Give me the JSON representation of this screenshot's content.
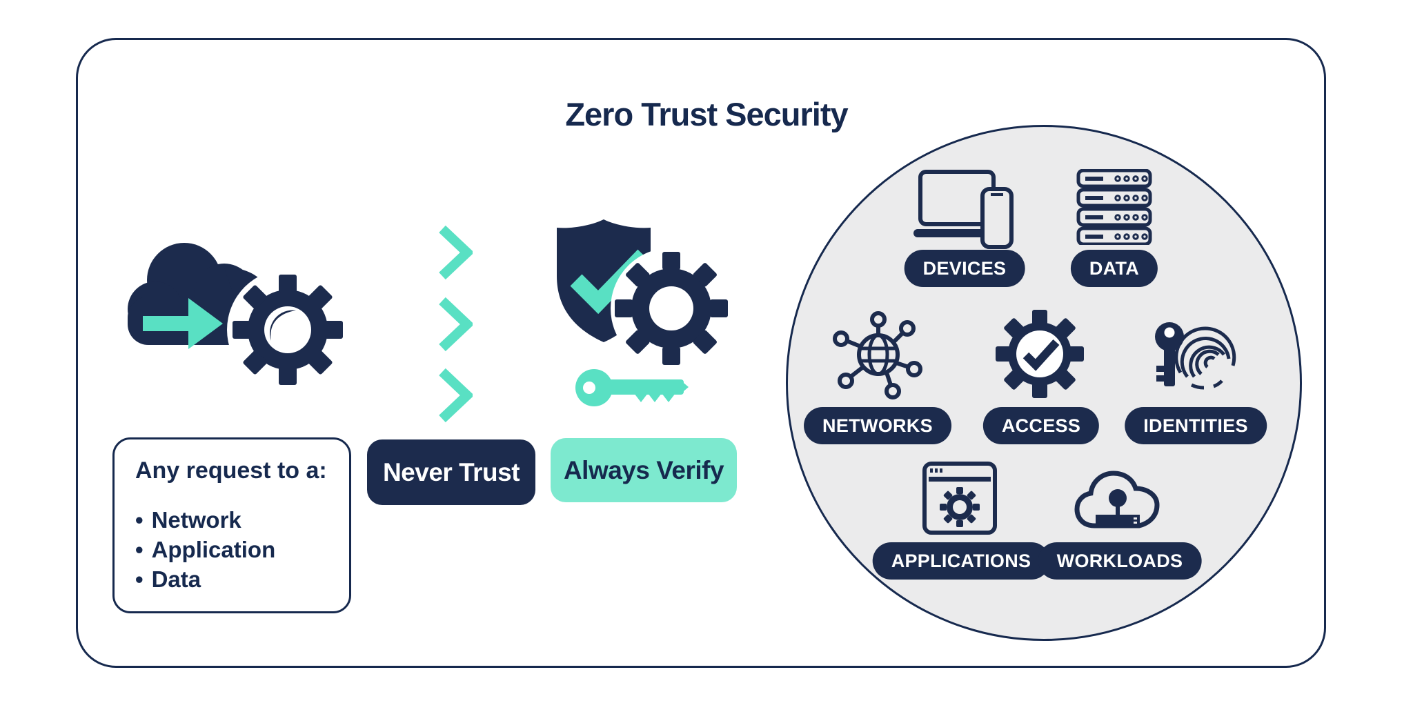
{
  "title": "Zero Trust Security",
  "colors": {
    "navy": "#1C2B4D",
    "navy_deep": "#16294E",
    "teal": "#59E0C3",
    "teal_light": "#7DE9CF",
    "circle_bg": "#EBEBEC"
  },
  "request_box": {
    "heading": "Any request to a:",
    "bullet": "•",
    "items": [
      "Network",
      "Application",
      "Data"
    ]
  },
  "flow": {
    "never_trust_label": "Never Trust",
    "always_verify_label": "Always Verify",
    "left_icon": "cloud-request-icon",
    "chevron_count": 3,
    "verify_icons": [
      "shield-check-icon",
      "gear-icon",
      "key-icon"
    ]
  },
  "circle_items": [
    {
      "label": "DEVICES",
      "icon": "devices-icon"
    },
    {
      "label": "DATA",
      "icon": "data-icon"
    },
    {
      "label": "NETWORKS",
      "icon": "networks-icon"
    },
    {
      "label": "ACCESS",
      "icon": "access-icon"
    },
    {
      "label": "IDENTITIES",
      "icon": "identities-icon"
    },
    {
      "label": "APPLICATIONS",
      "icon": "applications-icon"
    },
    {
      "label": "WORKLOADS",
      "icon": "workloads-icon"
    }
  ]
}
